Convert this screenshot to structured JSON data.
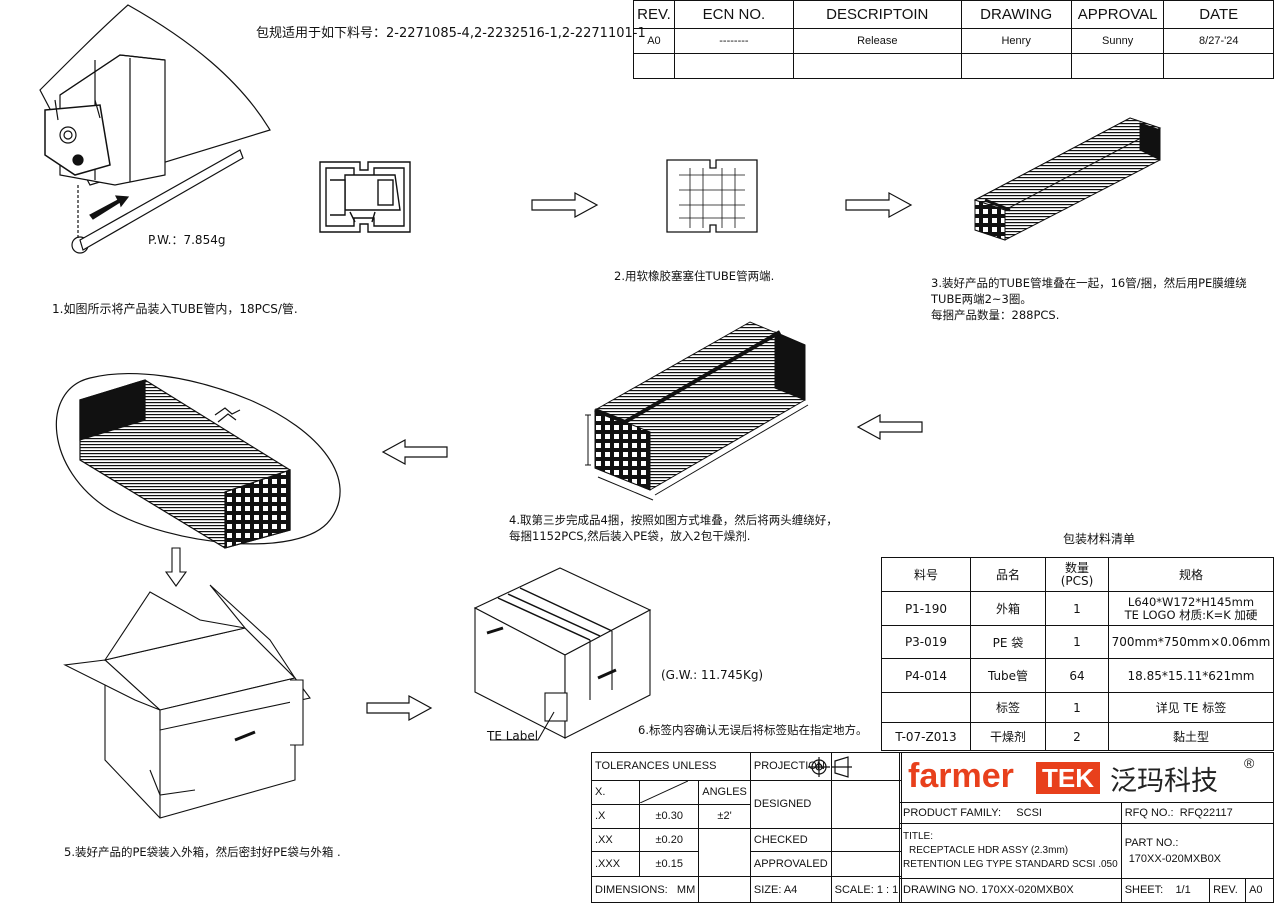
{
  "header_note": "包规适用于如下料号：2-2271085-4,2-2232516-1,2-2271101-1",
  "revision_table": {
    "headers": [
      "REV.",
      "ECN NO.",
      "DESCRIPTOIN",
      "DRAWING",
      "APPROVAL",
      "DATE"
    ],
    "rows": [
      [
        "A0",
        "--------",
        "Release",
        "Henry",
        "Sunny",
        "8/27-'24"
      ],
      [
        "",
        "",
        "",
        "",
        "",
        ""
      ]
    ]
  },
  "steps": {
    "pw": "P.W.：7.854g",
    "step1": "1.如图所示将产品装入TUBE管内，18PCS/管.",
    "step2": "2.用软橡胶塞塞住TUBE管两端.",
    "step3_line1": "3.装好产品的TUBE管堆叠在一起，16管/捆，然后用PE膜缠绕",
    "step3_line2": "TUBE两端2~3圈。",
    "step3_line3": "每捆产品数量：288PCS.",
    "step4_line1": "4.取第三步完成品4捆，按照如图方式堆叠，然后将两头缠绕好，",
    "step4_line2": "每捆1152PCS,然后装入PE袋，放入2包干燥剂.",
    "step5": "5.装好产品的PE袋装入外箱，然后密封好PE袋与外箱 .",
    "step6": "6.标签内容确认无误后将标签贴在指定地方。",
    "gw": "(G.W.: 11.745Kg)",
    "te_label": "TE Label"
  },
  "bom": {
    "title": "包装材料清单",
    "headers": [
      "料号",
      "品名",
      "数量\n(PCS)",
      "规格"
    ],
    "rows": [
      [
        "P1-190",
        "外箱",
        "1",
        "L640*W172*H145mm\nTE LOGO 材质:K=K 加硬"
      ],
      [
        "P3-019",
        "PE 袋",
        "1",
        "700mm*750mm×0.06mm"
      ],
      [
        "P4-014",
        "Tube管",
        "64",
        "18.85*15.11*621mm"
      ],
      [
        "",
        "标签",
        "1",
        "详见 TE 标签"
      ],
      [
        "T-07-Z013",
        "干燥剂",
        "2",
        "黏土型"
      ]
    ]
  },
  "title_block": {
    "tolerances_unless": "TOLERANCES UNLESS",
    "projection": "PROJECTION",
    "x_label": "X.",
    "angles_label": "ANGLES",
    "designed": "DESIGNED",
    "x1_label": ".X",
    "x1_value": "±0.30",
    "angle_value": "±2'",
    "checked": "CHECKED",
    "x2_label": ".XX",
    "x2_value": "±0.20",
    "x3_label": ".XXX",
    "x3_value": "±0.15",
    "approvaled": "APPROVALED",
    "dimensions": "DIMENSIONS:",
    "dimensions_unit": "MM",
    "size": "SIZE:  A4",
    "scale": "SCALE:  1 : 1",
    "logo_text": "farmer",
    "logo_box": "TEK",
    "logo_cn": "泛玛科技",
    "logo_reg": "®",
    "product_family_label": "PRODUCT FAMILY:",
    "product_family_value": "SCSI",
    "rfq_label": "RFQ NO.:",
    "rfq_value": "RFQ22117",
    "title_label": "TITLE:",
    "title_line1": "RECEPTACLE HDR ASSY (2.3mm)",
    "title_line2": "RETENTION LEG TYPE STANDARD SCSI .050",
    "part_label": "PART NO.:",
    "part_value": "170XX-020MXB0X",
    "drawing_no": "DRAWING  NO.  170XX-020MXB0X",
    "sheet_label": "SHEET:",
    "sheet_value": "1/1",
    "rev_label": "REV.",
    "rev_value": "A0"
  },
  "colors": {
    "brand": "#e8401c",
    "line": "#111111"
  }
}
